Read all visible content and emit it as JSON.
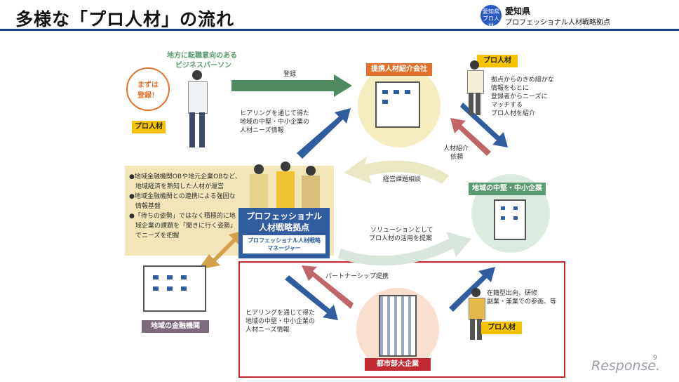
{
  "header": {
    "title": "多様な「プロ人材」の流れ",
    "logo_circle_text": "愛知県 プロ人材",
    "logo_title": "愛知県",
    "logo_subtitle": "プロフェッショナル人材戦略拠点"
  },
  "nodes": {
    "business_person_caption_1": "地方に転職意向のある",
    "business_person_caption_2": "ビジネスパーソン",
    "start_bubble_1": "まずは",
    "start_bubble_2": "登録！",
    "pro_talent_left": "プロ人材",
    "agency": "提携人材紹介会社",
    "pro_talent_top_right": "プロ人材",
    "local_sme": "地域の中堅・中小企業",
    "hq_title_1": "プロフェッショナル",
    "hq_title_2": "人材戦略拠点",
    "hq_manager_1": "プロフェッショナル人材戦略",
    "hq_manager_2": "マネージャー",
    "financial_inst": "地域の金融機関",
    "big_company": "都市部大企業",
    "pro_talent_bottom_right": "プロ人材"
  },
  "labels": {
    "register": "登録",
    "hearing_top_1": "ヒアリングを通じて得た",
    "hearing_top_2": "地域の中堅・中小企業の",
    "hearing_top_3": "人材ニーズ情報",
    "matching_1": "拠点からのきめ細かな",
    "matching_2": "情報をもとに",
    "matching_3": "登録者からニーズに",
    "matching_4": "マッチする",
    "matching_5": "プロ人材を紹介",
    "referral_1": "人材紹介",
    "referral_2": "依頼",
    "consult": "経営課題相談",
    "solution_1": "ソリューションとして",
    "solution_2": "プロ人材の活用を提案",
    "partnership": "パートナーシップ提携",
    "hearing_bottom_1": "ヒアリングを通じて得た",
    "hearing_bottom_2": "地域の中堅・中小企業の",
    "hearing_bottom_3": "人材ニーズ情報",
    "secondment_1": "在籍型出向、研修",
    "secondment_2": "副業・兼業での参画、等"
  },
  "features": [
    "●地域金融機関OBや地元企業OBなど、",
    "　地域経済を熟知した人材が運営",
    "●地域金融機関との連携による強固な",
    "　情報基盤",
    "●「待ちの姿勢」ではなく積極的に地",
    "　域企業の課題を「聞きに行く姿勢」",
    "　でニーズを把握"
  ],
  "footer": {
    "page_number": "9",
    "watermark": "Response."
  },
  "colors": {
    "accent_blue": "#2f5da0",
    "orange": "#e2712b",
    "green": "#5c9a72",
    "yellow": "#f5c200",
    "red": "#c4252e",
    "rose": "#c0666b",
    "gold": "#d4a24a"
  }
}
